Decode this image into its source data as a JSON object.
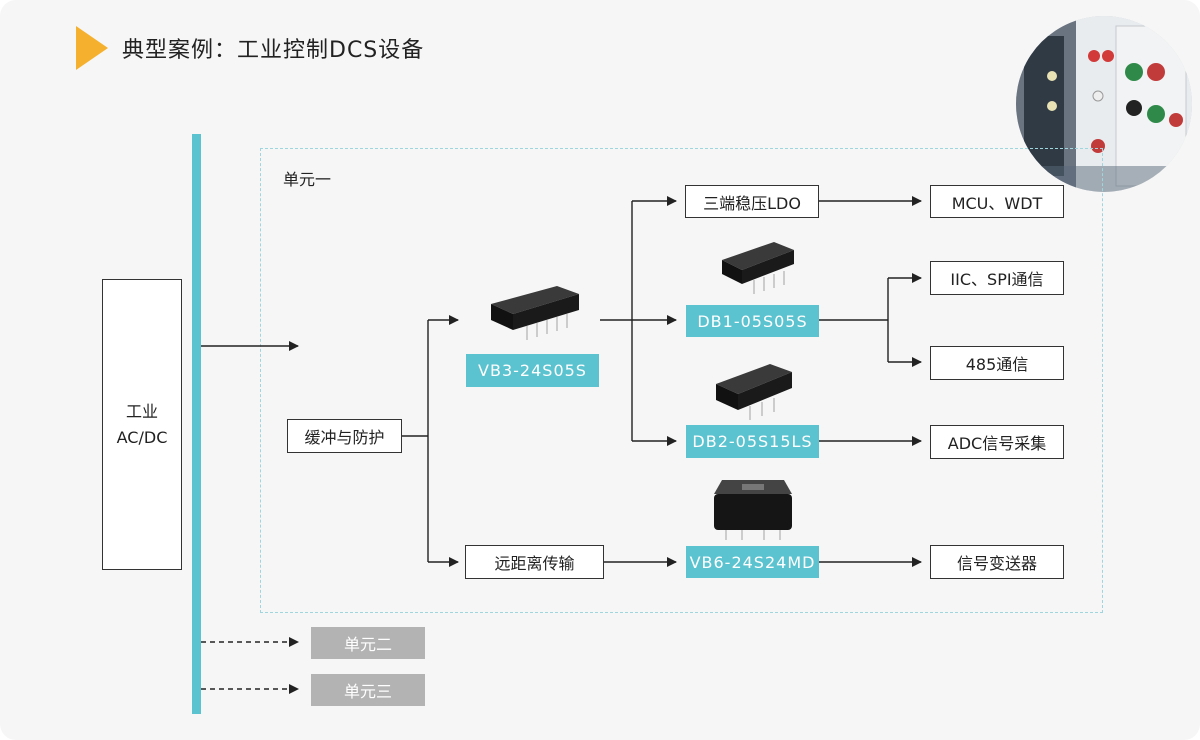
{
  "title": "典型案例：工业控制DCS设备",
  "source_box": "工业 AC/DC",
  "unit1_label": "单元一",
  "unit2_label": "单元二",
  "unit3_label": "单元三",
  "buffer_box": "缓冲与防护",
  "vb3": "VB3-24S05S",
  "remote_box": "远距离传输",
  "vb6": "VB6-24S24MD",
  "ldo_box": "三端稳压LDO",
  "db1": "DB1-05S05S",
  "db2": "DB2-05S15LS",
  "mcu_box": "MCU、WDT",
  "iic_box": "IIC、SPI通信",
  "rs485_box": "485通信",
  "adc_box": "ADC信号采集",
  "transmitter_box": "信号变送器",
  "colors": {
    "accent": "#5bc3cf",
    "title_marker": "#f5b12e",
    "gray": "#b3b3b3"
  }
}
